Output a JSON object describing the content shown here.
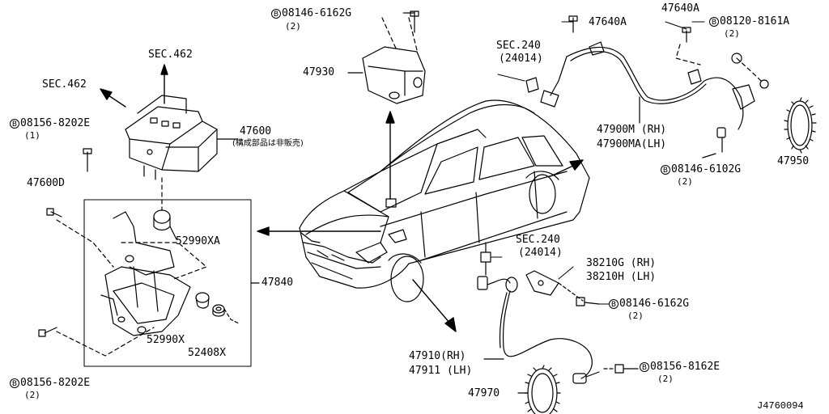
{
  "marker": "B",
  "labels": {
    "sec462_top": "SEC.462",
    "sec462_left": "SEC.462",
    "bolt_08146_6162G_top": "08146-6162G",
    "qty_2_a": "(2)",
    "p47930": "47930",
    "p47640A_a": "47640A",
    "p47640A_b": "47640A",
    "bolt_08120_8161A": "08120-8161A",
    "qty_2_b": "(2)",
    "sec240_top": "SEC.240",
    "sec240_top_sub": "(24014)",
    "bolt_08156_8202E_top": "08156-8202E",
    "qty_1": "(1)",
    "p47600": "47600",
    "p47600_note": "(構成部品は非販売)",
    "p47900M": "47900M (RH)",
    "p47900MA": "47900MA(LH)",
    "p47950": "47950",
    "bolt_08146_6102G": "08146-6102G",
    "qty_2_c": "(2)",
    "p47600D": "47600D",
    "p52990XA": "52990XA",
    "p47840": "47840",
    "sec240_mid": "SEC.240",
    "sec240_mid_sub": "(24014)",
    "p38210G": "38210G (RH)",
    "p38210H": "38210H (LH)",
    "bolt_08146_6162G_mid": "08146-6162G",
    "qty_2_d": "(2)",
    "p52990X": "52990X",
    "p52408X": "52408X",
    "p47910": "47910(RH)",
    "p47911": "47911 (LH)",
    "bolt_08156_8162E": "08156-8162E",
    "qty_2_e": "(2)",
    "p47970": "47970",
    "bolt_08156_8202E_bot": "08156-8202E",
    "qty_2_f": "(2)",
    "diagram_ref": "J4760094"
  }
}
